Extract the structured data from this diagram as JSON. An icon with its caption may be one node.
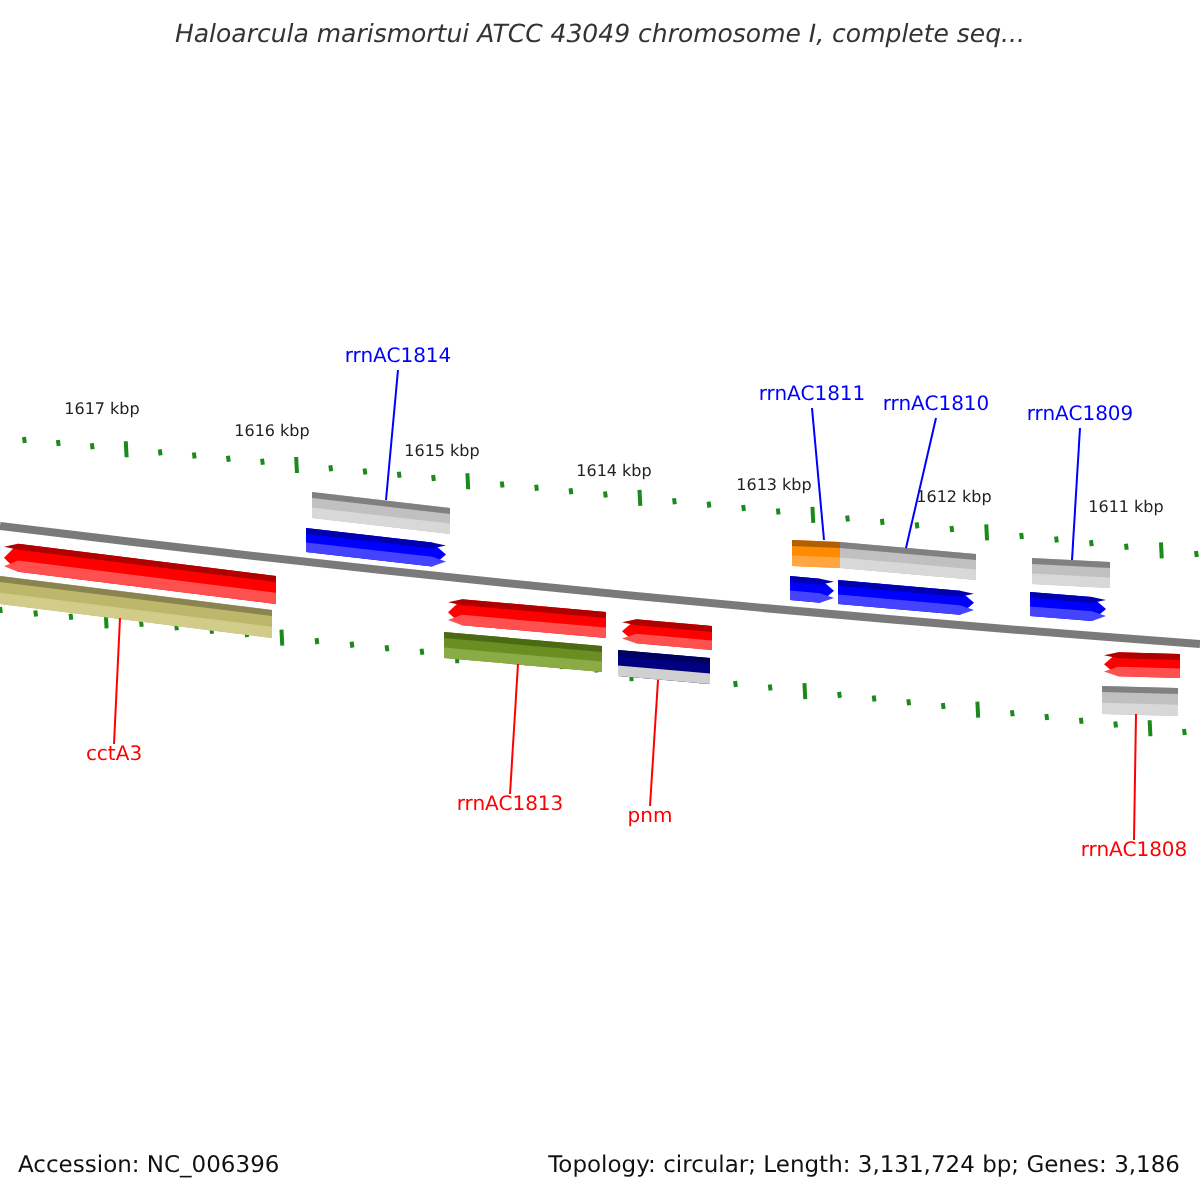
{
  "diagram": {
    "title": "Haloarcula marismortui ATCC 43049 chromosome I, complete seq...",
    "nodes": [
      {
        "text": [
          "rrnAC1814"
        ]
      },
      {
        "text": [
          "rrnAC1811"
        ]
      },
      {
        "text": [
          "rrnAC1810"
        ]
      },
      {
        "text": [
          "rrnAC1809"
        ]
      },
      {
        "text": [
          "cctA3"
        ]
      },
      {
        "text": [
          "rrnAC1813"
        ]
      },
      {
        "text": [
          "pnm"
        ]
      },
      {
        "text": [
          "rrnAC1808"
        ]
      },
      {
        "text": [],
        "shape": "bar"
      },
      {
        "text": [],
        "shape": "bar"
      },
      {
        "text": [],
        "shape": "bar"
      },
      {
        "text": [],
        "shape": "bar"
      },
      {
        "text": [],
        "shape": "bar"
      },
      {
        "text": [],
        "shape": "bar"
      },
      {
        "text": [],
        "shape": "bar"
      },
      {
        "text": [],
        "shape": "bar"
      },
      {
        "text": [],
        "shape": "bar"
      },
      {
        "text": [],
        "shape": "bar"
      },
      {
        "text": [],
        "shape": "bar"
      },
      {
        "text": [],
        "shape": "bar"
      },
      {
        "text": [],
        "shape": "bar"
      },
      {
        "text": [],
        "shape": "bar"
      },
      {
        "text": [],
        "shape": "bar"
      },
      {
        "text": [],
        "shape": "bar"
      }
    ],
    "edges": [
      {
        "from": 0,
        "to": 11,
        "arrow": "none",
        "color": "#0000ff"
      },
      {
        "from": 1,
        "to": 17,
        "arrow": "none",
        "color": "#0000ff"
      },
      {
        "from": 2,
        "to": 19,
        "arrow": "none",
        "color": "#0000ff"
      },
      {
        "from": 3,
        "to": 21,
        "arrow": "none",
        "color": "#0000ff"
      },
      {
        "from": 4,
        "to": 8,
        "arrow": "none",
        "color": "#ff0000"
      },
      {
        "from": 5,
        "to": 12,
        "arrow": "none",
        "color": "#ff0000"
      },
      {
        "from": 6,
        "to": 14,
        "arrow": "none",
        "color": "#ff0000"
      },
      {
        "from": 7,
        "to": 22,
        "arrow": "none",
        "color": "#ff0000"
      }
    ],
    "labels": [
      "1617 kbp",
      "1616 kbp",
      "1615 kbp",
      "1614 kbp",
      "1613 kbp",
      "1612 kbp",
      "1611 kbp",
      "Accession: NC_006396",
      "Topology: circular; Length: 3,131,724 bp; Genes: 3,186"
    ]
  }
}
